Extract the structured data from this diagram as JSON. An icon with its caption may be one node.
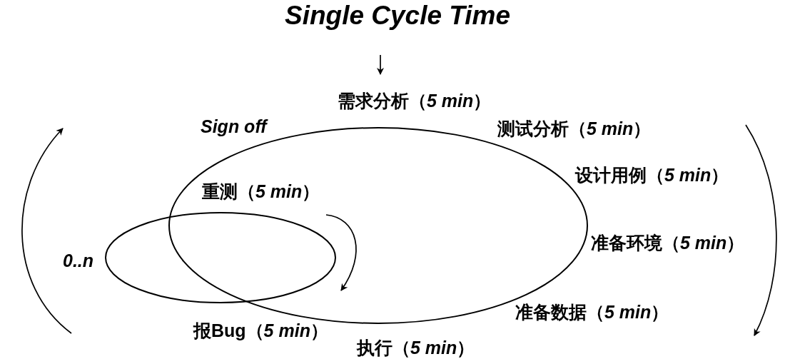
{
  "diagram": {
    "title": "Single Cycle Time",
    "nodes": [
      {
        "text": [],
        "shape": "ellipse",
        "beside": [
          "需求分析（*5 min*）",
          "测试分析（*5 min*）",
          "设计用例（*5 min*）",
          "准备环境（*5 min*）",
          "准备数据（*5 min*）",
          "执行（*5 min*）",
          "Sign off"
        ]
      },
      {
        "text": [],
        "shape": "ellipse",
        "beside": [
          "0..n"
        ]
      }
    ],
    "labels": [
      "重测（*5 min*）",
      "报Bug（*5 min*）"
    ]
  }
}
